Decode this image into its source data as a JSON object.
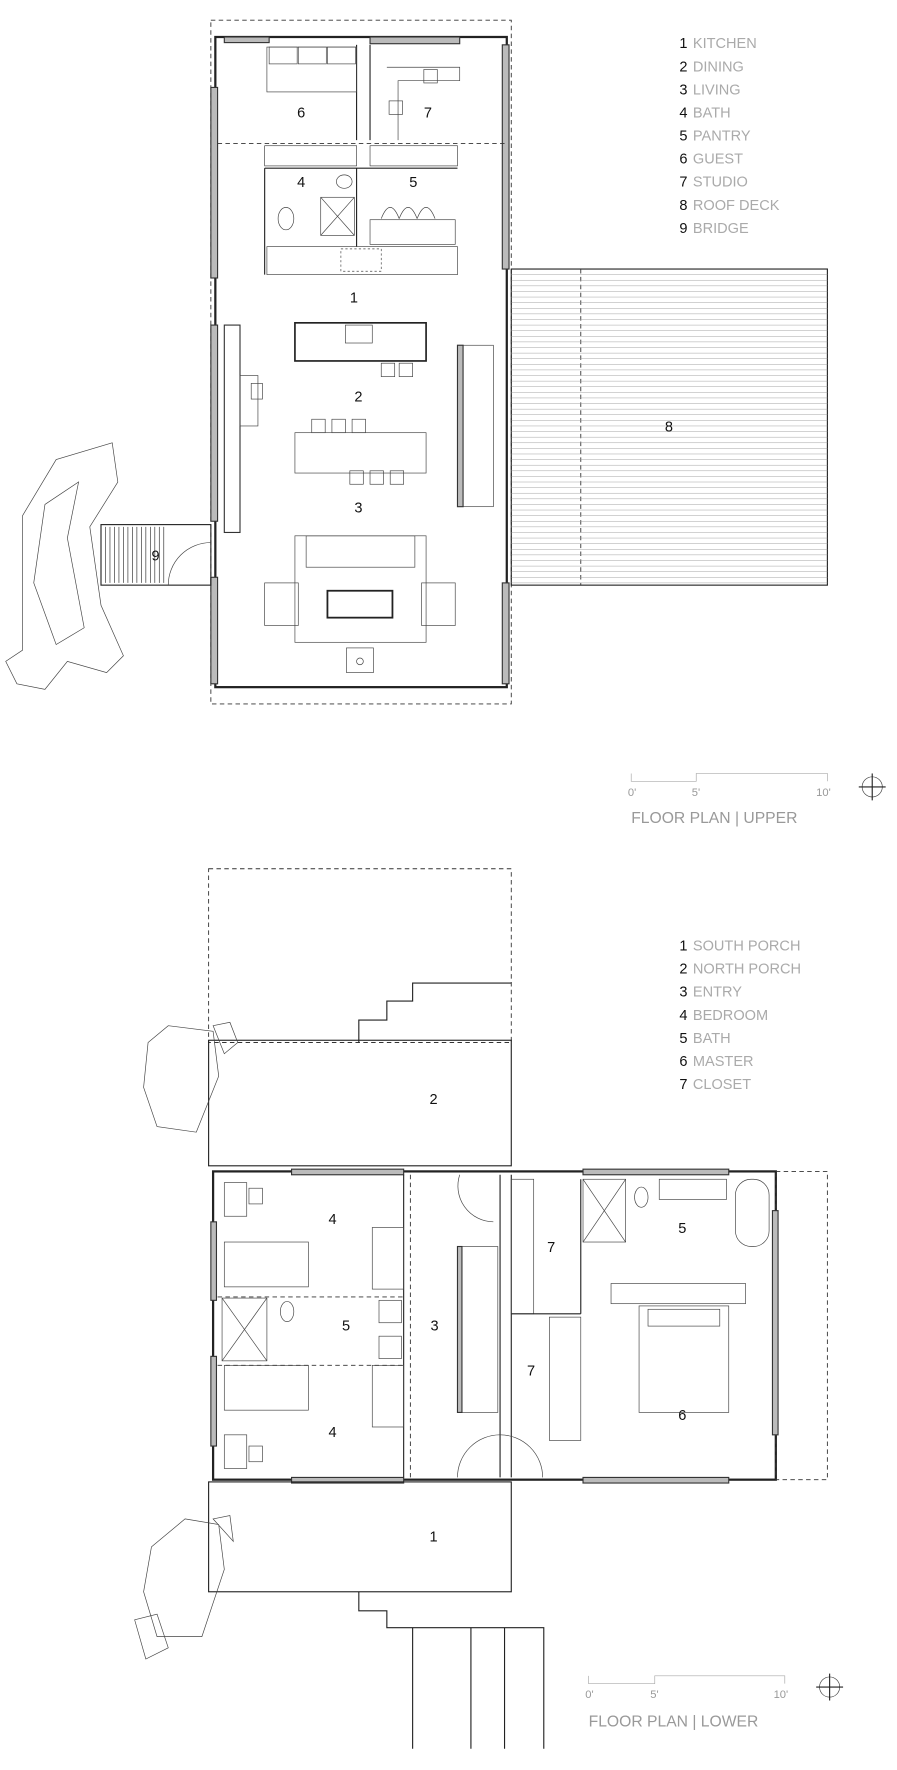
{
  "upper": {
    "legend": [
      {
        "num": "1",
        "label": "KITCHEN"
      },
      {
        "num": "2",
        "label": "DINING"
      },
      {
        "num": "3",
        "label": "LIVING"
      },
      {
        "num": "4",
        "label": "BATH"
      },
      {
        "num": "5",
        "label": "PANTRY"
      },
      {
        "num": "6",
        "label": "GUEST"
      },
      {
        "num": "7",
        "label": "STUDIO"
      },
      {
        "num": "8",
        "label": "ROOF DECK"
      },
      {
        "num": "9",
        "label": "BRIDGE"
      }
    ],
    "scale": [
      "0'",
      "5'",
      "10'"
    ],
    "caption": "FLOOR PLAN | UPPER"
  },
  "lower": {
    "legend": [
      {
        "num": "1",
        "label": "SOUTH PORCH"
      },
      {
        "num": "2",
        "label": "NORTH PORCH"
      },
      {
        "num": "3",
        "label": "ENTRY"
      },
      {
        "num": "4",
        "label": "BEDROOM"
      },
      {
        "num": "5",
        "label": "BATH"
      },
      {
        "num": "6",
        "label": "MASTER"
      },
      {
        "num": "7",
        "label": "CLOSET"
      }
    ],
    "scale": [
      "0'",
      "5'",
      "10'"
    ],
    "caption": "FLOOR PLAN | LOWER"
  }
}
